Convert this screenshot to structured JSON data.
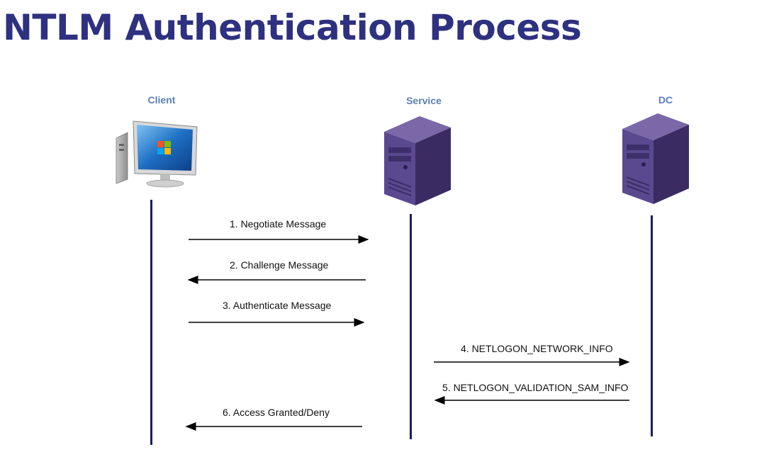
{
  "title": "NTLM Authentication Process",
  "actors": {
    "client": {
      "label": "Client",
      "icon": "desktop-computer-icon"
    },
    "service": {
      "label": "Service",
      "icon": "server-tower-icon"
    },
    "dc": {
      "label": "DC",
      "icon": "server-tower-icon"
    }
  },
  "messages": [
    {
      "label": "1. Negotiate Message",
      "from": "client",
      "to": "service"
    },
    {
      "label": "2. Challenge Message",
      "from": "service",
      "to": "client"
    },
    {
      "label": "3. Authenticate Message",
      "from": "client",
      "to": "service"
    },
    {
      "label": "4. NETLOGON_NETWORK_INFO",
      "from": "service",
      "to": "dc"
    },
    {
      "label": "5. NETLOGON_VALIDATION_SAM_INFO",
      "from": "dc",
      "to": "service"
    },
    {
      "label": "6. Access Granted/Deny",
      "from": "service",
      "to": "client"
    }
  ],
  "colors": {
    "title": "#2e3180",
    "actor_label": "#5b7fb8",
    "lifeline": "#1c1c5e",
    "server_body": "#4b3a78"
  }
}
